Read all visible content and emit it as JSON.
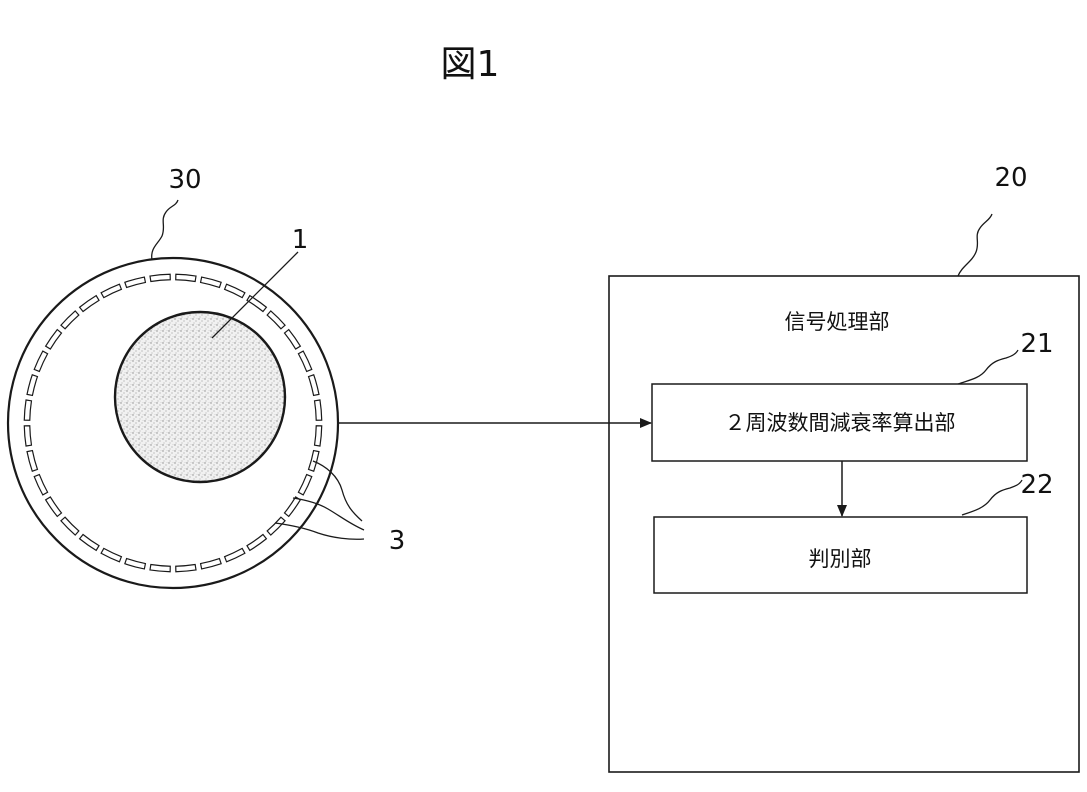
{
  "figure": {
    "title": "図1"
  },
  "sensor": {
    "ref_outer": "30",
    "ref_core": "1",
    "ref_segments": "3",
    "segment_count": 36
  },
  "processor": {
    "ref": "20",
    "label": "信号処理部",
    "calc_unit": {
      "ref": "21",
      "label": "２周波数間減衰率算出部"
    },
    "judge_unit": {
      "ref": "22",
      "label": "判別部"
    }
  }
}
